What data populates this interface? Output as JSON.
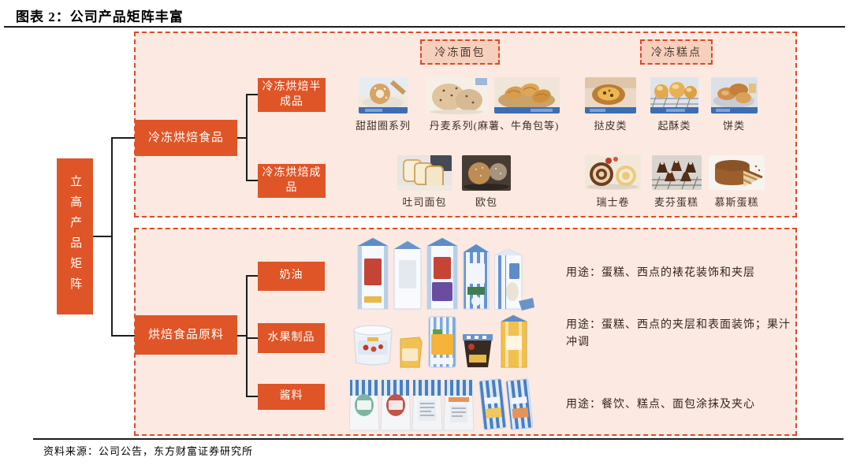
{
  "title": "图表 2：公司产品矩阵丰富",
  "source": "资料来源：公司公告，东方财富证券研究所",
  "colors": {
    "accent_orange": "#df5527",
    "panel_pink": "#fbe9e2",
    "header_peach": "#f6d0bd",
    "dashed_border": "#dc4a26",
    "connector_black": "#1c1c1c"
  },
  "root_label": "立高产品矩阵",
  "tree": {
    "frozen_label": "冷冻烘焙食品",
    "semi_label": "冷冻烘焙半成品",
    "finished_label": "冷冻烘焙成品",
    "ingredients_label": "烘焙食品原料",
    "cream_label": "奶油",
    "fruit_label": "水果制品",
    "sauce_label": "酱料"
  },
  "headers": {
    "bread": "冷冻面包",
    "pastry": "冷冻糕点"
  },
  "labels": {
    "donut": "甜甜圈系列",
    "danish": "丹麦系列(麻薯、牛角包等)",
    "tart": "挞皮类",
    "puff": "起酥类",
    "bing": "饼类",
    "toast": "吐司面包",
    "euro": "欧包",
    "swiss": "瑞士卷",
    "muffin": "麦芬蛋糕",
    "mousse": "慕斯蛋糕"
  },
  "usages": {
    "cream": "用途：蛋糕、西点的裱花装饰和夹层",
    "fruit": "用途：蛋糕、西点的夹层和表面装饰；果汁冲调",
    "sauce": "用途：餐饮、糕点、面包涂抹及夹心"
  }
}
